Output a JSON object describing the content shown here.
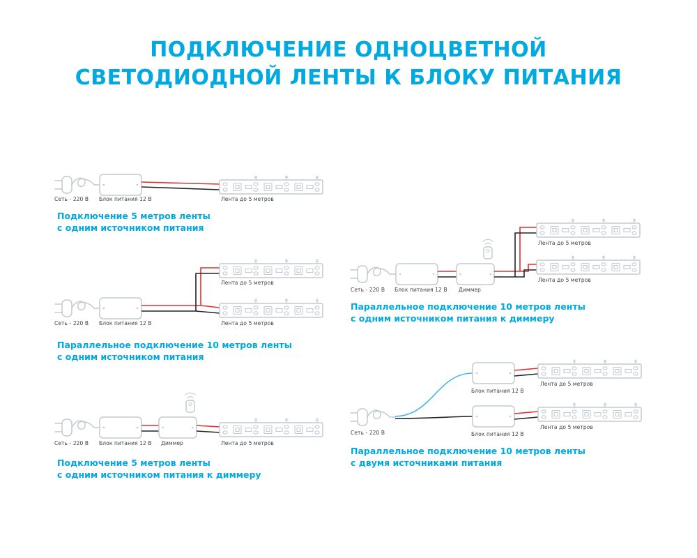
{
  "title": {
    "line1": "ПОДКЛЮЧЕНИЕ ОДНОЦВЕТНОЙ",
    "line2": "СВЕТОДИОДНОЙ ЛЕНТЫ К БЛОКУ ПИТАНИЯ"
  },
  "colors": {
    "accent": "#00a9e0",
    "wire_red": "#e03030",
    "wire_black": "#232323",
    "wire_blue": "#45b6e8",
    "outline": "#c4cad1",
    "label": "#3f3f3f"
  },
  "labels": {
    "mains": "Сеть - 220 В",
    "psu": "Блок питания 12 В",
    "dimmer": "Диммер",
    "strip": "Лента до 5 метров"
  },
  "diagrams": [
    {
      "id": "single-5m",
      "caption": [
        "Подключение 5 метров ленты",
        "с одним источником питания"
      ]
    },
    {
      "id": "parallel-10m-one-psu",
      "caption": [
        "Параллельное подключение 10 метров ленты",
        "с одним источником питания"
      ]
    },
    {
      "id": "single-5m-dimmer",
      "caption": [
        "Подключение 5 метров ленты",
        "с одним источником питания к диммеру"
      ]
    },
    {
      "id": "parallel-10m-one-psu-dimmer",
      "caption": [
        "Параллельное подключение 10 метров ленты",
        "с одним источником питания к диммеру"
      ]
    },
    {
      "id": "parallel-10m-two-psu",
      "caption": [
        "Параллельное подключение 10 метров ленты",
        "с двумя источниками питания"
      ]
    }
  ]
}
